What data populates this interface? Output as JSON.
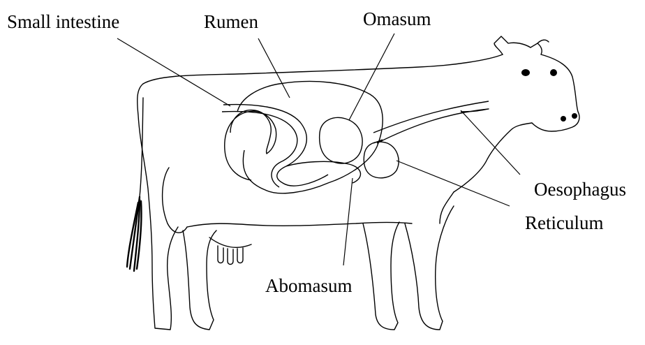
{
  "diagram": {
    "labels": {
      "small_intestine": "Small intestine",
      "rumen": "Rumen",
      "omasum": "Omasum",
      "oesophagus": "Oesophagus",
      "reticulum": "Reticulum",
      "abomasum": "Abomasum"
    }
  }
}
